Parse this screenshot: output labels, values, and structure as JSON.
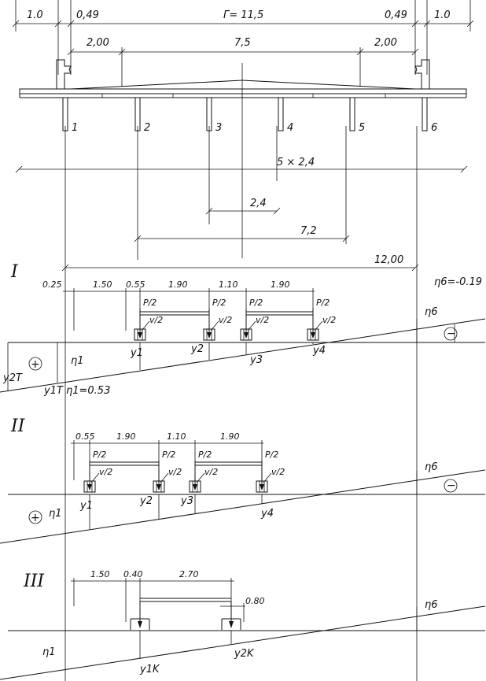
{
  "top_dims": {
    "left_1_0": "1.0",
    "left_049": "0,49",
    "gamma": "Г= 11,5",
    "right_049": "0,49",
    "right_1_0": "1.0",
    "row2_left": "2,00",
    "row2_mid": "7,5",
    "row2_right": "2,00"
  },
  "girders": [
    "1",
    "2",
    "3",
    "4",
    "5",
    "6"
  ],
  "spans": {
    "five_by": "5 × 2,4",
    "s24": "2,4",
    "s72": "7,2",
    "s12": "12,00"
  },
  "case1": {
    "title": "I",
    "d025": "0.25",
    "d150": "1.50",
    "d055": "0.55",
    "d190a": "1.90",
    "d110": "1.10",
    "d190b": "1.90",
    "eta6_value": "η6=-0.19",
    "eta1_value": "η1=0.53",
    "p2": "P/2",
    "v2": "v/2",
    "y_labels": [
      "y1",
      "y2",
      "y3",
      "y4"
    ],
    "y2t": "y2T",
    "y1t": "y1T",
    "eta1": "η1",
    "eta6": "η6",
    "plus": "+",
    "minus": "−"
  },
  "case2": {
    "title": "II",
    "d055": "0.55",
    "d190a": "1.90",
    "d110": "1.10",
    "d190b": "1.90",
    "p2": "P/2",
    "v2": "v/2",
    "y_labels": [
      "y1",
      "y2",
      "y3",
      "y4"
    ],
    "eta1": "η1",
    "eta6": "η6",
    "plus": "+",
    "minus": "−"
  },
  "case3": {
    "title": "III",
    "d150": "1.50",
    "d040": "0.40",
    "d270": "2.70",
    "d080": "0.80",
    "y1k": "y1K",
    "y2k": "y2K",
    "eta1": "η1",
    "eta6": "η6"
  }
}
